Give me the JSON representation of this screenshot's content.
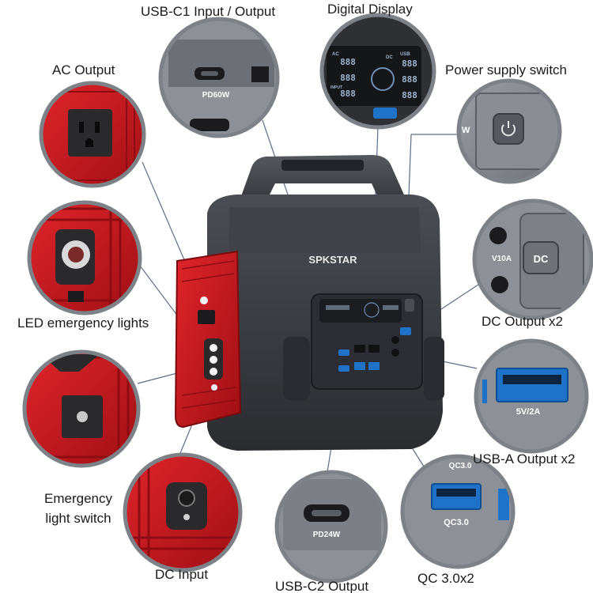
{
  "labels": {
    "usb_c1": "USB-C1 Input / Output",
    "digital_display": "Digital Display",
    "ac_output": "AC Output",
    "power_switch": "Power supply switch",
    "led_lights": "LED emergency lights",
    "dc_output": "DC Output x2",
    "emergency_switch_line1": "Emergency",
    "emergency_switch_line2": "light switch",
    "usb_a_output": "USB-A Output x2",
    "dc_input": "DC Input",
    "qc30": "QC 3.0x2",
    "usb_c2": "USB-C2 Output"
  },
  "product": {
    "brand": "SPKSTAR",
    "pd60w": "PD60W",
    "pd24w": "PD24W",
    "usb_a_rating": "5V/2A",
    "qc_label": "QC3.0",
    "qc_label_top": "QC3.0",
    "dc_label": "DC",
    "dc_rating_partial": "V10A",
    "display_digits": "888",
    "display_dc": "DC",
    "display_usb": "USB",
    "display_ac": "AC",
    "display_input": "INPUT",
    "usb_c1_icon_partial": "W"
  },
  "colors": {
    "body_dark": "#3a3d42",
    "panel_red": "#c8161d",
    "port_blue": "#1e73c8",
    "callout_ring": "#7d8188",
    "leader_line": "#5b6f8a"
  },
  "icons": [
    "power-icon",
    "usb-c-port-icon",
    "usb-a-port-icon",
    "ac-socket-icon",
    "dc-jack-icon",
    "led-light-icon"
  ]
}
